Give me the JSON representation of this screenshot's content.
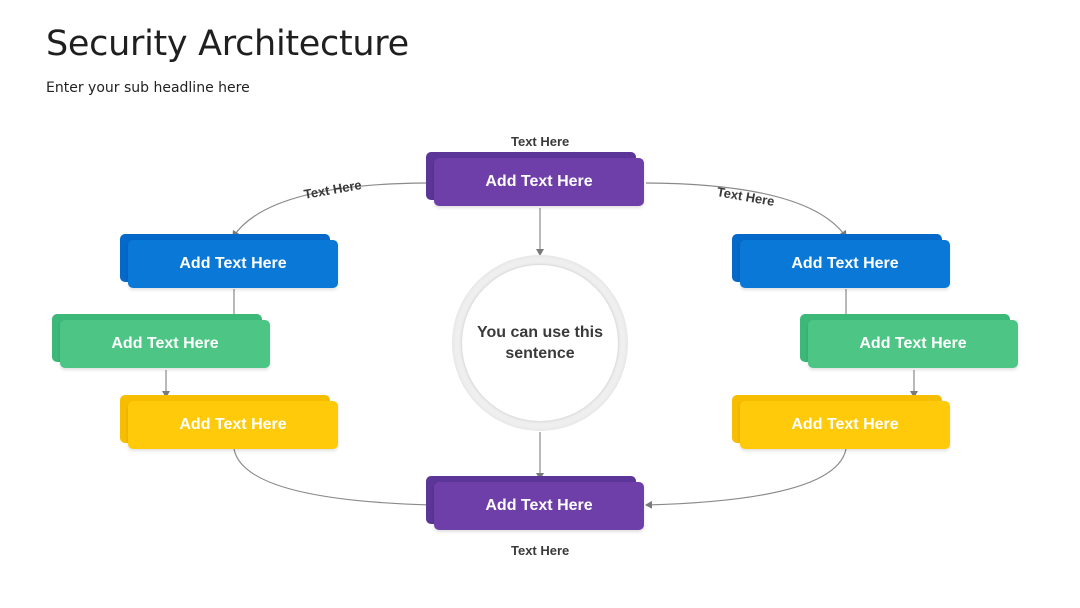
{
  "header": {
    "title": "Security Architecture",
    "subtitle": "Enter your sub headline here"
  },
  "center": {
    "text": "You can use this sentence"
  },
  "boxes": {
    "top": "Add Text Here",
    "bottom": "Add Text Here",
    "left_1": "Add Text Here",
    "left_2": "Add Text Here",
    "left_3": "Add Text Here",
    "right_1": "Add Text Here",
    "right_2": "Add Text Here",
    "right_3": "Add Text Here"
  },
  "labels": {
    "top": "Text Here",
    "bottom": "Text Here",
    "left_arc": "Text Here",
    "right_arc": "Text Here"
  },
  "colors": {
    "purple": "#6e3fa8",
    "blue": "#0a78d6",
    "green": "#4cc585",
    "yellow": "#ffca0a",
    "connector": "#808080"
  }
}
